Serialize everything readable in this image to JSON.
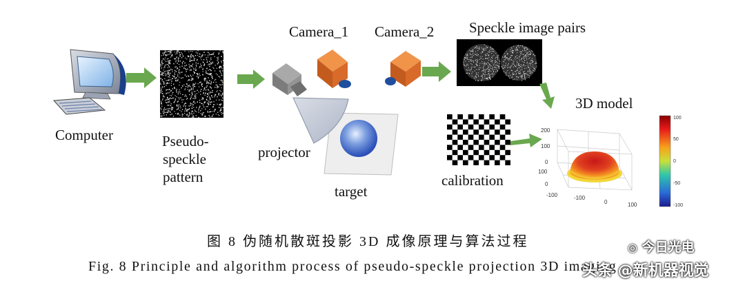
{
  "labels": {
    "computer": "Computer",
    "pseudo_speckle_1": "Pseudo-",
    "pseudo_speckle_2": "speckle",
    "pseudo_speckle_3": "pattern",
    "projector": "projector",
    "target": "target",
    "camera1": "Camera_1",
    "camera2": "Camera_2",
    "speckle_pairs": "Speckle image pairs",
    "calibration": "calibration",
    "model3d": "3D model"
  },
  "plot": {
    "z_ticks": [
      "200",
      "100",
      "0"
    ],
    "y_ticks": [
      "100",
      "0",
      "-100"
    ],
    "x_ticks": [
      "-100",
      "0",
      "100"
    ],
    "colorbar_ticks": [
      "100",
      "50",
      "0",
      "-50",
      "-100"
    ]
  },
  "caption": {
    "chinese": "图 8  伪随机散斑投影 3D 成像原理与算法过程",
    "english": "Fig. 8  Principle and algorithm process of pseudo-speckle projection 3D imaging"
  },
  "watermark": {
    "line1": "今日光电",
    "line2": "头条 @新机器视觉"
  },
  "colors": {
    "arrow": "#6aa84f",
    "camera_body": "#d86a2a",
    "lens": "#1f4e9c",
    "projector": "#8a8a8a"
  }
}
